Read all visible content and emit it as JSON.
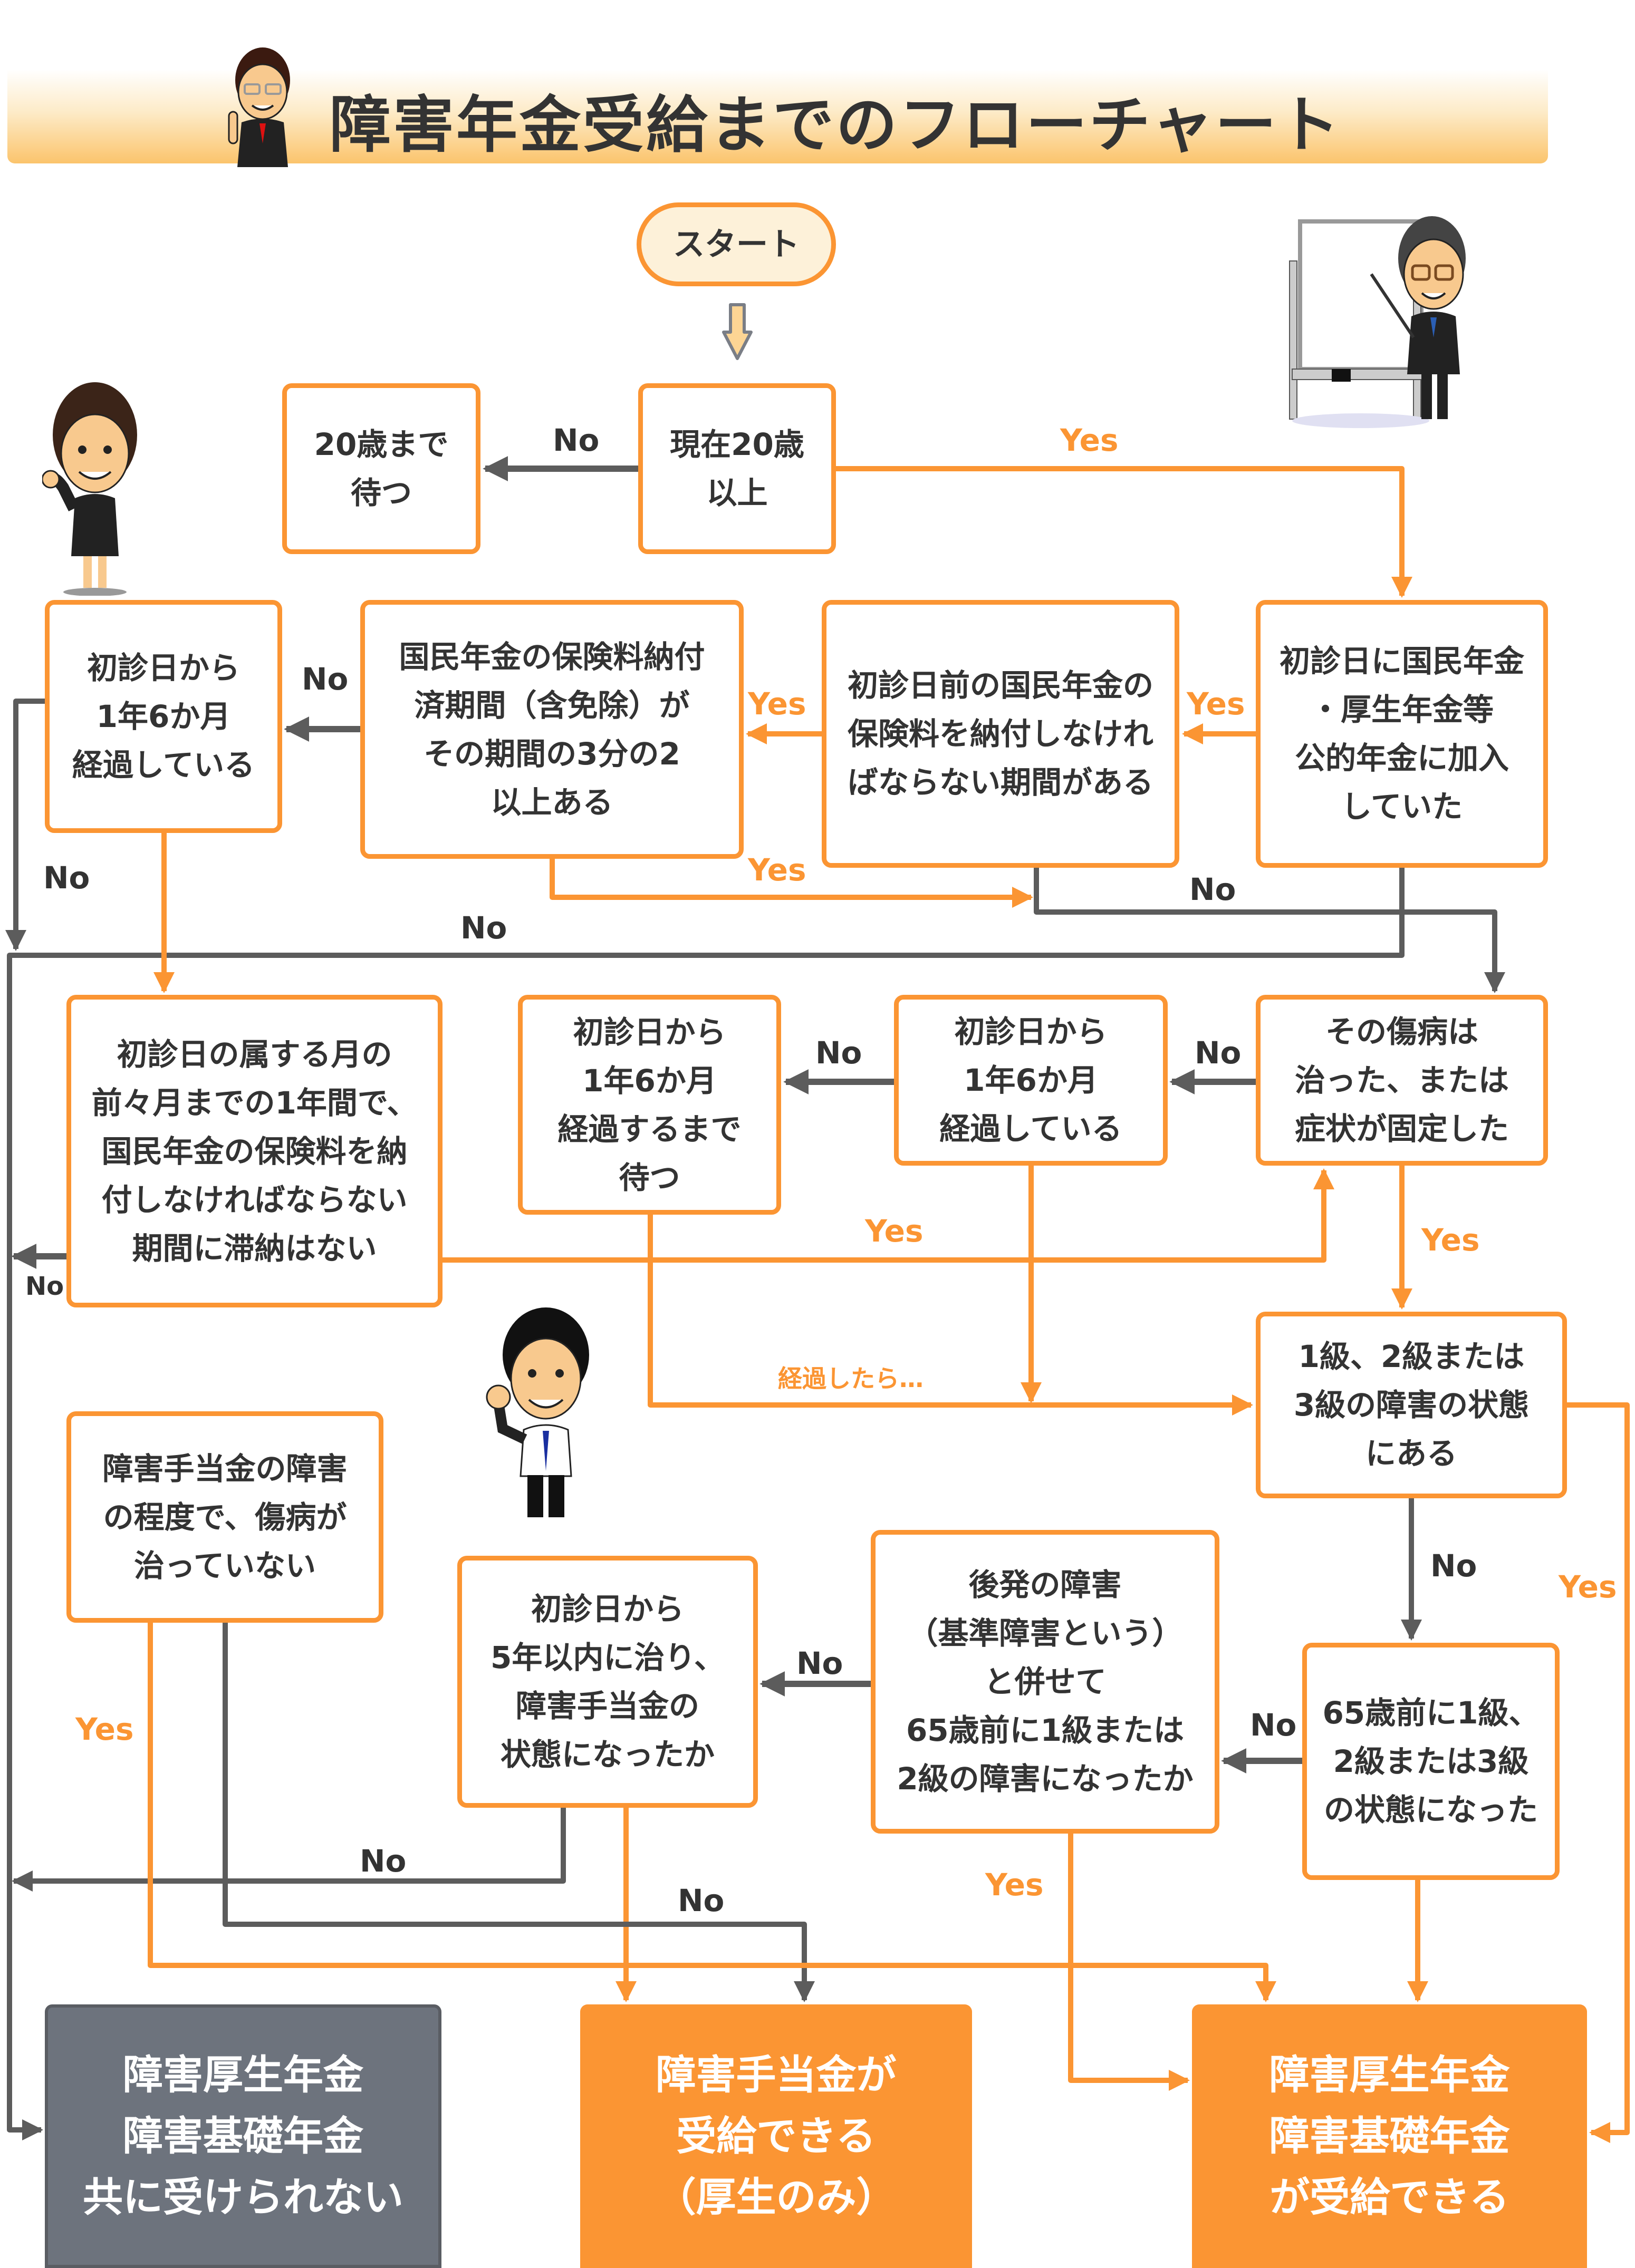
{
  "header": {
    "title": "障害年金受給までのフローチャート"
  },
  "colors": {
    "accent": "#fb9533",
    "arrow_gray": "#5c5c5c",
    "text": "#333333",
    "start_fill": "#fdf1d9",
    "negative_result": "#6d737d"
  },
  "nodes": {
    "start": "スタート",
    "wait_20": "20歳まで\n待つ",
    "age_20": "現在20歳\n以上",
    "elapsed_left": "初診日から\n1年6か月\n経過している",
    "paid_two_thirds": "国民年金の保険料納付\n済期間（含免除）が\nその期間の3分の2\n以上ある",
    "must_pay_period": "初診日前の国民年金の\n保険料を納付しなけれ\nばならない期間がある",
    "enrolled": "初診日に国民年金\n・厚生年金等\n公的年金に加入\nしていた",
    "no_arrears": "初診日の属する月の\n前々月までの1年間で、\n国民年金の保険料を納\n付しなければならない\n期間に滞納はない",
    "wait_elapsed": "初診日から\n1年6か月\n経過するまで\n待つ",
    "elapsed_mid": "初診日から\n1年6か月\n経過している",
    "cured_fixed": "その傷病は\n治った、または\n症状が固定した",
    "grade_123": "1級、2級または\n3級の障害の状態\nにある",
    "allowance_degree": "障害手当金の障害\nの程度で、傷病が\n治っていない",
    "five_years": "初診日から\n5年以内に治り、\n障害手当金の\n状態になったか",
    "later_disability": "後発の障害\n（基準障害という）\nと併せて\n65歳前に1級または\n2級の障害になったか",
    "before_65": "65歳前に1級、\n2級または3級\nの状態になった"
  },
  "results": {
    "none": "障害厚生年金\n障害基礎年金\n共に受けられない",
    "allowance": "障害手当金が\n受給できる\n（厚生のみ）",
    "both": "障害厚生年金\n障害基礎年金\nが受給できる"
  },
  "edge_labels": {
    "no": "No",
    "yes": "Yes",
    "after_elapsed": "経過したら…"
  },
  "illustrations": [
    "man-pointing-icon",
    "presenter-whiteboard-icon",
    "woman-presenting-icon",
    "man-fist-pump-icon"
  ]
}
